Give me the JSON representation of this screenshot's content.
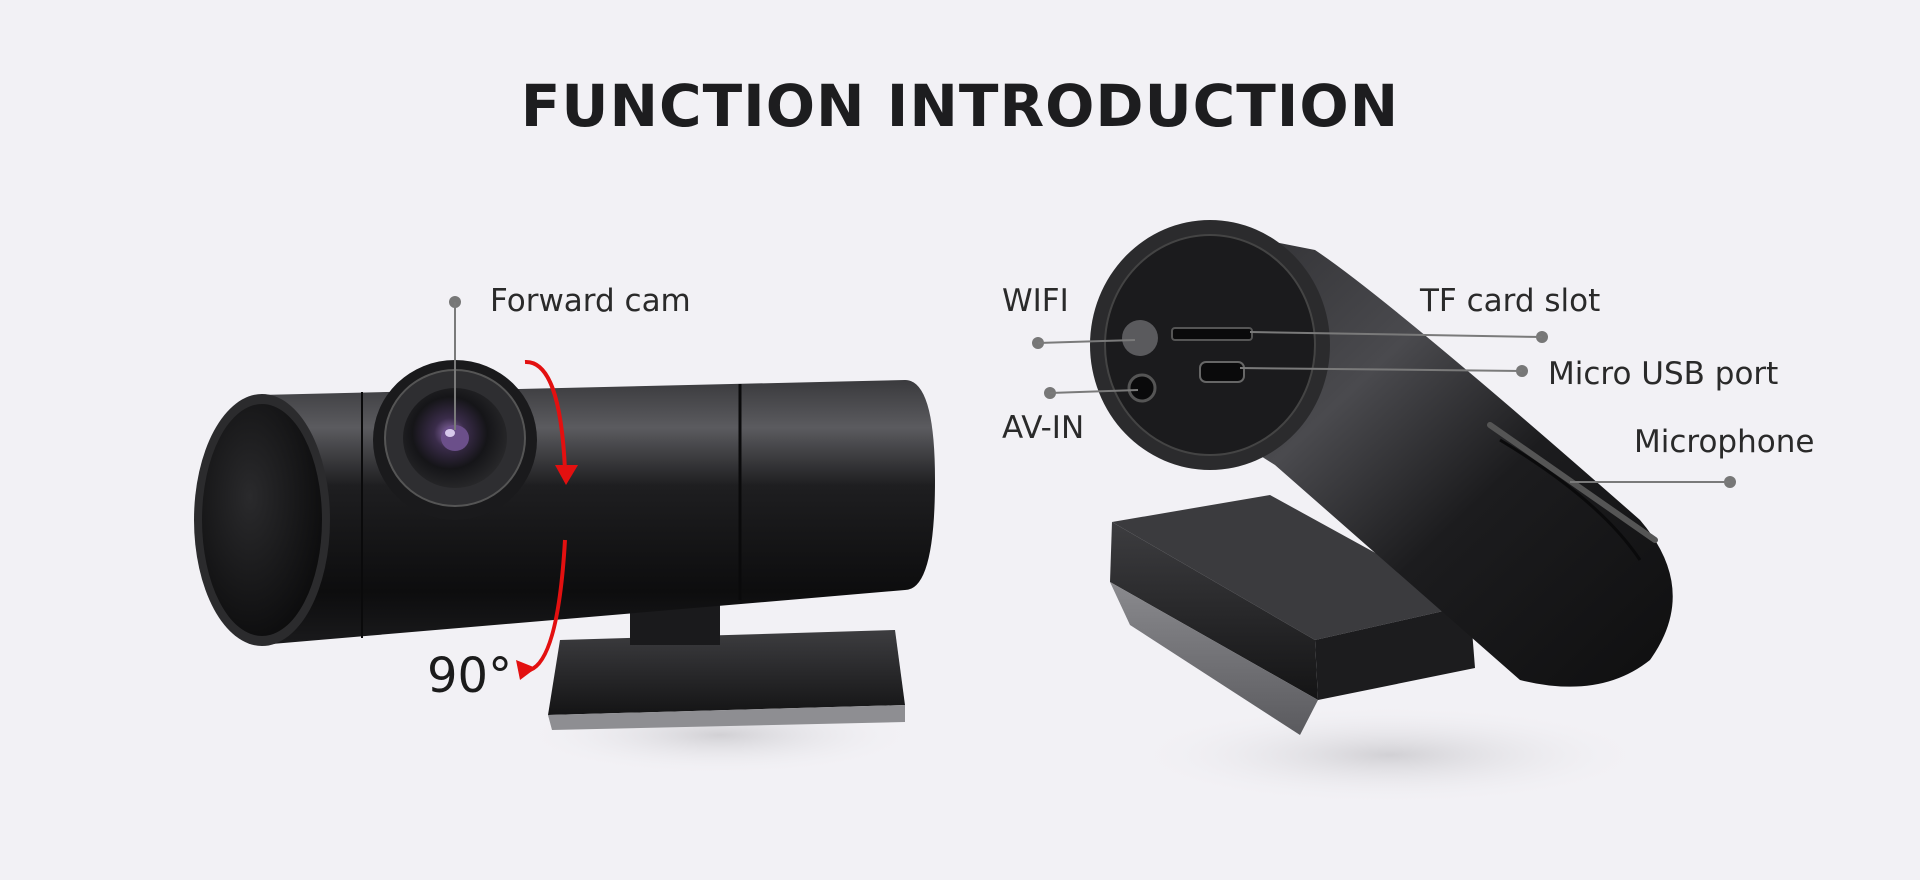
{
  "page": {
    "title": "FUNCTION INTRODUCTION"
  },
  "front_view": {
    "forward_cam_label": "Forward cam",
    "rotation_label": "90°"
  },
  "back_view": {
    "wifi_label": "WIFI",
    "av_in_label": "AV-IN",
    "tf_card_label": "TF card slot",
    "micro_usb_label": "Micro USB port",
    "microphone_label": "Microphone"
  },
  "colors": {
    "background": "#f2f1f5",
    "title": "#1d1d1f",
    "rotation_arrow": "#e31010",
    "callout_line": "#7a7a7a"
  }
}
